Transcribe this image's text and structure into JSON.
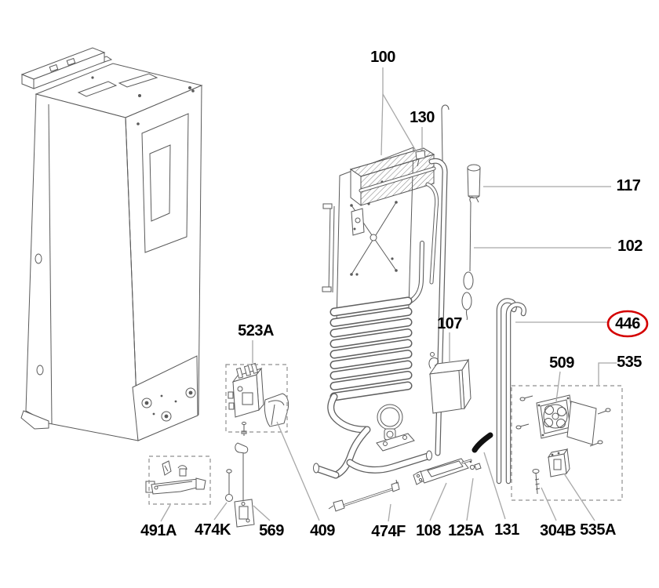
{
  "colors": {
    "highlight": "#d40000",
    "line": "#5a5a5a",
    "leader": "#a8a8a8",
    "text": "#000000"
  },
  "callouts": [
    {
      "text": "100",
      "highlighted": false
    },
    {
      "text": "130",
      "highlighted": false
    },
    {
      "text": "117",
      "highlighted": false
    },
    {
      "text": "102",
      "highlighted": false
    },
    {
      "text": "446",
      "highlighted": true
    },
    {
      "text": "107",
      "highlighted": false
    },
    {
      "text": "523A",
      "highlighted": false
    },
    {
      "text": "509",
      "highlighted": false
    },
    {
      "text": "535",
      "highlighted": false
    },
    {
      "text": "491A",
      "highlighted": false
    },
    {
      "text": "474K",
      "highlighted": false
    },
    {
      "text": "569",
      "highlighted": false
    },
    {
      "text": "409",
      "highlighted": false
    },
    {
      "text": "474F",
      "highlighted": false
    },
    {
      "text": "108",
      "highlighted": false
    },
    {
      "text": "125A",
      "highlighted": false
    },
    {
      "text": "131",
      "highlighted": false
    },
    {
      "text": "304B",
      "highlighted": false
    },
    {
      "text": "535A",
      "highlighted": false
    }
  ]
}
